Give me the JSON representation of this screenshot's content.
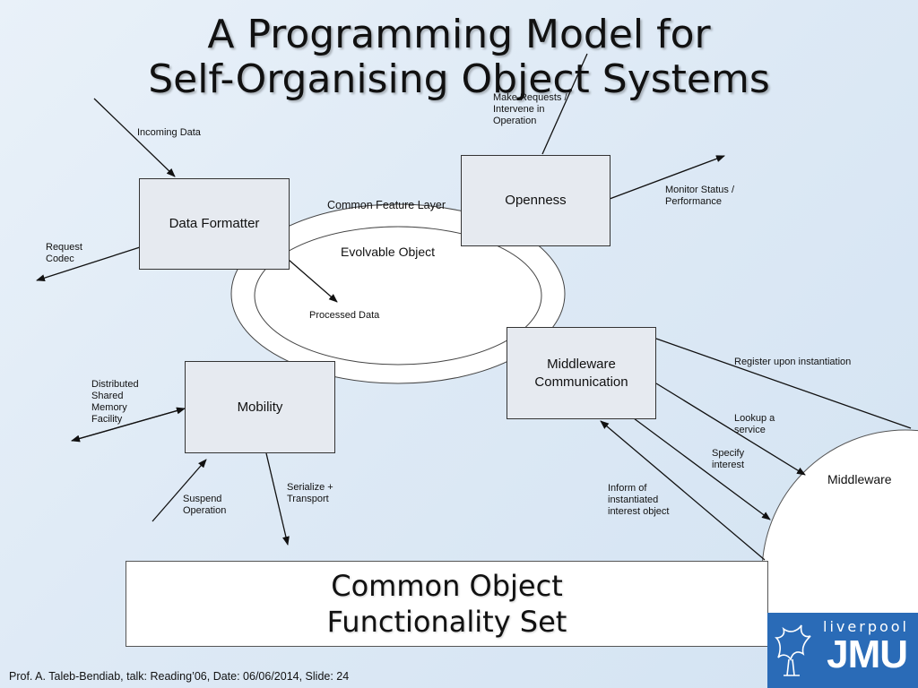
{
  "title": {
    "line1": "A Programming Model for",
    "line2": "Self-Organising Object Systems"
  },
  "boxes": {
    "data_formatter": "Data Formatter",
    "openness": "Openness",
    "middleware_comm_line1": "Middleware",
    "middleware_comm_line2": "Communication",
    "mobility": "Mobility"
  },
  "ellipse": {
    "outer_label": "Common Feature Layer",
    "inner_label": "Evolvable Object"
  },
  "middleware_circle": "Middleware",
  "labels": {
    "incoming_data": "Incoming Data",
    "request_codec_1": "Request",
    "request_codec_2": "Codec",
    "make_requests_1": "Make Requests /",
    "make_requests_2": "Intervene in",
    "make_requests_3": "Operation",
    "monitor_1": "Monitor Status /",
    "monitor_2": "Performance",
    "processed_data": "Processed Data",
    "register": "Register upon instantiation",
    "lookup_1": "Lookup a",
    "lookup_2": "service",
    "specify_1": "Specify",
    "specify_2": "interest",
    "inform_1": "Inform of",
    "inform_2": "instantiated",
    "inform_3": "interest object",
    "dsm_1": "Distributed",
    "dsm_2": "Shared",
    "dsm_3": "Memory",
    "dsm_4": "Facility",
    "suspend_1": "Suspend",
    "suspend_2": "Operation",
    "serialize_1": "Serialize +",
    "serialize_2": "Transport"
  },
  "common_object": {
    "line1": "Common Object",
    "line2": "Functionality Set"
  },
  "footer": "Prof. A. Taleb-Bendiab, talk: Reading’06, Date: 06/06/2014, Slide: 24",
  "logo": {
    "top": "liverpool",
    "bottom": "JMU"
  }
}
